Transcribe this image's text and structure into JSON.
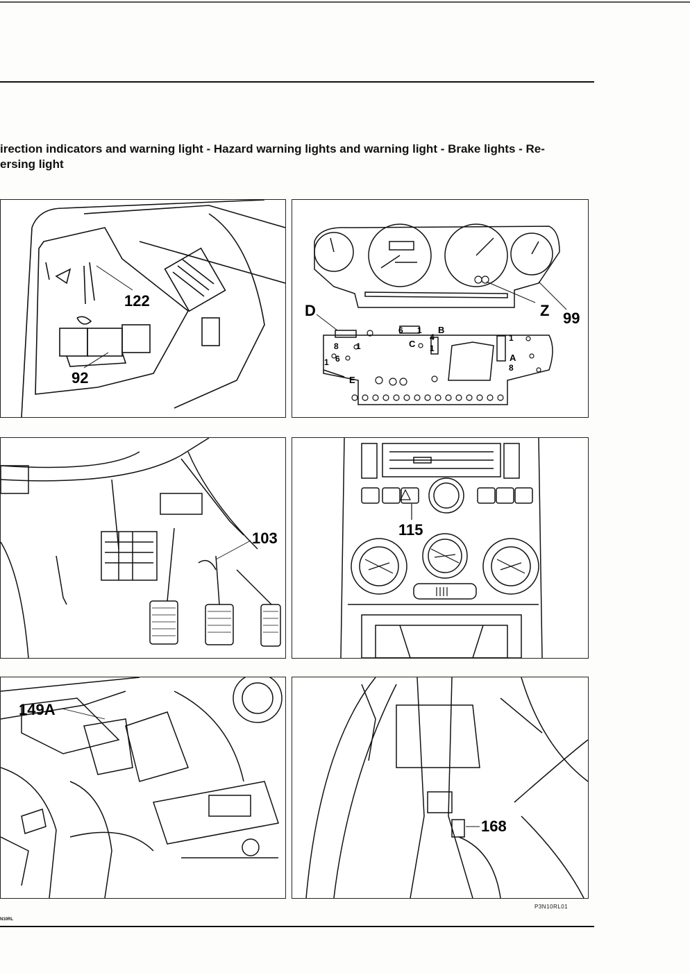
{
  "header": {
    "title_line1": "irection indicators and warning light - Hazard warning lights and warning light - Brake lights - Re-",
    "title_line2": "ersing light"
  },
  "panels": {
    "p1": {
      "callouts": [
        "122",
        "92"
      ]
    },
    "p2": {
      "callouts": [
        "D",
        "Z",
        "99",
        "B",
        "A",
        "C",
        "E",
        "8",
        "1",
        "6",
        "1",
        "4",
        "1",
        "1",
        "8",
        "1",
        "6"
      ]
    },
    "p3": {
      "callouts": [
        "103"
      ]
    },
    "p4": {
      "callouts": [
        "115"
      ]
    },
    "p5": {
      "callouts": [
        "149A"
      ]
    },
    "p6": {
      "callouts": [
        "168"
      ]
    }
  },
  "footer": {
    "figure_ref": "P3N10RL01",
    "page_ref": "N10RL"
  }
}
